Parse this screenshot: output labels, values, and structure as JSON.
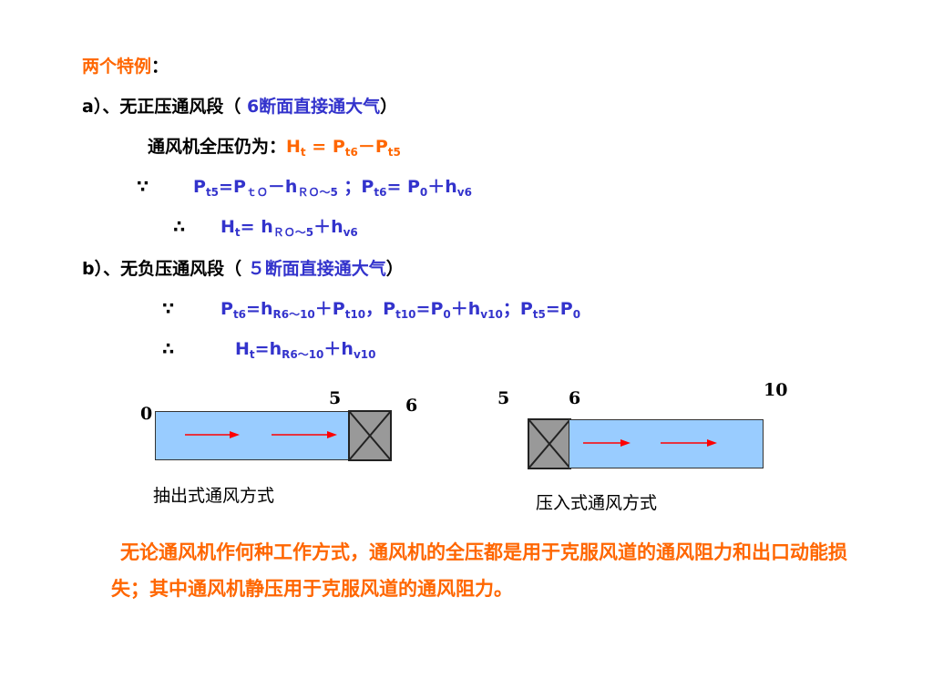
{
  "title": {
    "text": "两个特例",
    "colon": "："
  },
  "case_a": {
    "heading_pre": "a）、无正压通风段（ ",
    "heading_highlight": "6断面直接通大气",
    "heading_post": "）",
    "fan_line_label": "通风机全压仍为：",
    "fan_line_formula": {
      "H": "H",
      "t": "t",
      "eq": " =  P",
      "t6": "t6",
      "minus": "－P",
      "t5": "t5"
    },
    "because": "∵",
    "because_formula": {
      "p1": "P",
      "t5": "t5",
      "eq1": "=P",
      "tO": "ｔＯ",
      "minus_h": "－h",
      "RO5": "ＲＯ～5",
      "sep": " ；P",
      "t6": "t6",
      "eq2": "=  P",
      "zero": "0",
      "plus_h": "＋h",
      "v6": "v6"
    },
    "therefore": "∴",
    "therefore_formula": {
      "H": "H",
      "t": "t",
      "eq": "=  h",
      "RO5": "ＲＯ～5",
      "plus_h": "＋h",
      "v6": "v6"
    }
  },
  "case_b": {
    "heading_pre": "b）、无负压通风段（ ",
    "heading_highlight": "５断面直接通大气",
    "heading_post": "）",
    "because": "∵",
    "because_formula": {
      "p1": "P",
      "t6": "t6",
      "eq1": "=h",
      "R610": "R6～10",
      "plus_p": "＋P",
      "t10": "t10",
      "sep1": "，P",
      "t10b": "t10",
      "eq2": "=P",
      "zero": "0",
      "plus_h": "＋h",
      "v10": "v10",
      "sep2": "；P",
      "t5": "t5",
      "eq3": "=P",
      "zero2": "0"
    },
    "therefore": "∴",
    "therefore_formula": {
      "H": "H",
      "t": "t",
      "eq": "=h",
      "R610": "R6～10",
      "plus_h": "＋h",
      "v10": "v10"
    }
  },
  "diagram_exhaust": {
    "label_0": "0",
    "label_5": "5",
    "label_6": "6",
    "caption": "抽出式通风方式"
  },
  "diagram_forced": {
    "label_5": "5",
    "label_6": "6",
    "label_10": "10",
    "caption": "压入式通风方式"
  },
  "conclusion": "无论通风机作何种工作方式，通风机的全压都是用于克服风道的通风阻力和出口动能损失；其中通风机静压用于克服风道的通风阻力。",
  "colors": {
    "title": "#ff6600",
    "highlight": "#3333cc",
    "formula": "#3333cc",
    "fan_formula": "#ff6600",
    "duct": "#99ccff",
    "fan": "#999999",
    "arrow": "#ff0000",
    "conclusion": "#ff6600"
  }
}
